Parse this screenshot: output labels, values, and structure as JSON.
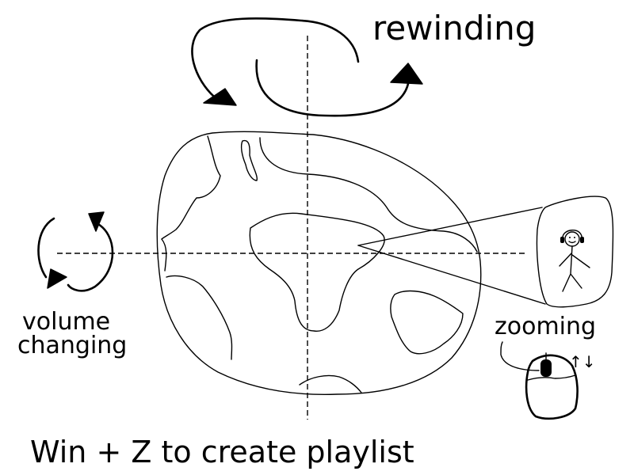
{
  "labels": {
    "rewinding": "rewinding",
    "volume_line1": "volume",
    "volume_line2": "changing",
    "zooming": "zooming",
    "zoom_arrows": "↑↓",
    "shortcut": "Win + Z  to create playlist"
  },
  "icons": {
    "globe": "globe-icon",
    "mouse": "mouse-icon",
    "person": "person-with-headphones-icon"
  },
  "colors": {
    "ink": "#000000",
    "background": "#ffffff"
  }
}
